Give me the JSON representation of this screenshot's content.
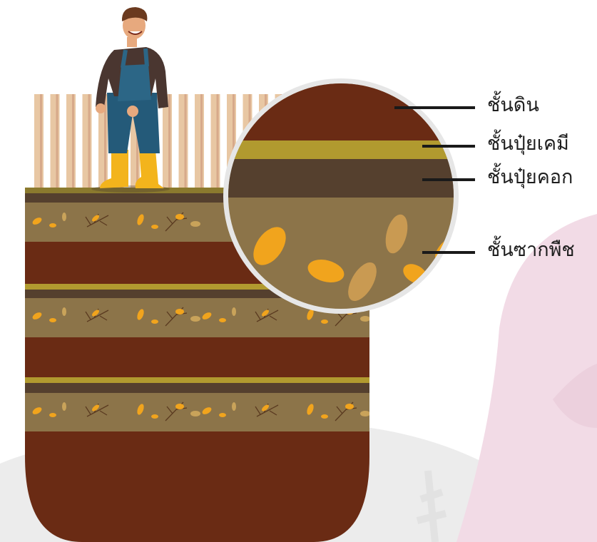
{
  "colors": {
    "soil": "#6a2b14",
    "chemical_fertilizer": "#b19a2f",
    "compost": "#55402e",
    "plant_debris": "#8c7449",
    "leaf": "#f1a41d",
    "fence": "#e8c7a3",
    "accent_pink": "#f2dbe6"
  },
  "layers": [
    {
      "label": "ชั้นดิน"
    },
    {
      "label": "ชั้นปุ๋ยเคมี"
    },
    {
      "label": "ชั้นปุ๋ยคอก"
    },
    {
      "label": "ชั้นซากพืช"
    }
  ]
}
